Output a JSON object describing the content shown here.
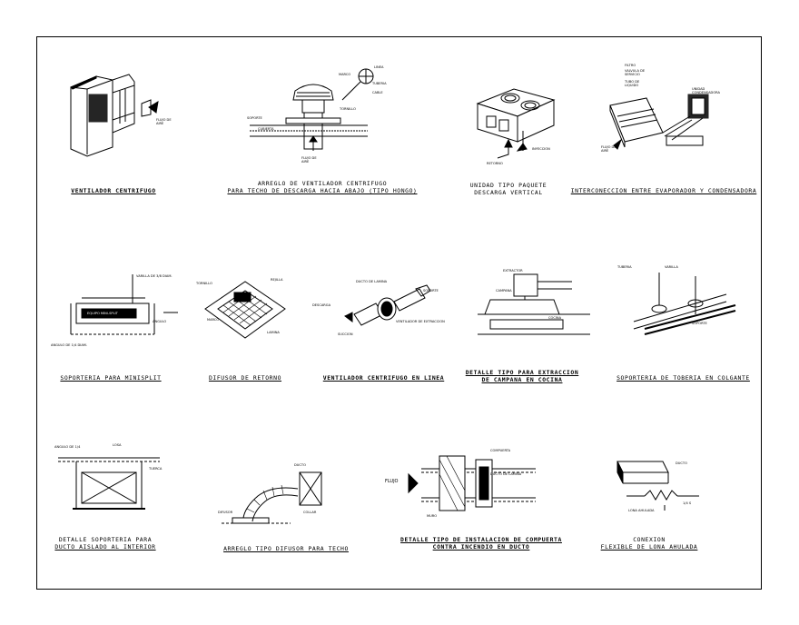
{
  "drawings": [
    {
      "id": "d1",
      "caption": [
        "VENTILADOR CENTRIFUGO"
      ],
      "labels": [
        "FLUJO DE",
        "AIRE"
      ]
    },
    {
      "id": "d2",
      "caption": [
        "ARREGLO DE VENTILADOR CENTRIFUGO",
        "PARA TECHO DE DESCARGA HACIA ABAJO (TIPO HONGO)"
      ],
      "labels": [
        "LINEA",
        "MARCO",
        "TUBERIA",
        "CABLE",
        "SOPORTE",
        "TORNILLO",
        "CUBIERTA",
        "FLUJO DE",
        "AIRE"
      ]
    },
    {
      "id": "d3",
      "caption": [
        "UNIDAD TIPO PAQUETE",
        "DESCARGA VERTICAL"
      ],
      "labels": [
        "RETORNO",
        "INYECCION"
      ]
    },
    {
      "id": "d4",
      "caption": [
        "INTERCONECCION ENTRE EVAPORADOR Y CONDENSADORA"
      ],
      "labels": [
        "FILTRO",
        "VALVULA DE",
        "SERVICIO",
        "TUBO DE",
        "LIQUIDO",
        "FLUJO DE",
        "AIRE",
        "UNIDAD",
        "CONDENSADORA"
      ]
    },
    {
      "id": "d5",
      "caption": [
        "SOPORTERIA PARA MINISPLIT"
      ],
      "labels": [
        "VARILLA DE 3/8 DIAM.",
        "EQUIPO MINI-SPLIT",
        "ANGULO",
        "ANGULO DE 1/4 DIAM."
      ]
    },
    {
      "id": "d6",
      "caption": [
        "DIFUSOR DE RETORNO"
      ],
      "labels": [
        "TORNILLO",
        "REJILLA",
        "MARCO",
        "LAMINA"
      ]
    },
    {
      "id": "d7",
      "caption": [
        "VENTILADOR CENTRIFUGO EN LINEA"
      ],
      "labels": [
        "DUCTO DE LAMINA",
        "SOPORTE",
        "DESCARGA",
        "SUCCION",
        "VENTILADOR DE EXTRACCION"
      ]
    },
    {
      "id": "d8",
      "caption": [
        "DETALLE TIPO PARA EXTRACCION",
        "DE CAMPANA EN COCINA"
      ],
      "labels": [
        "EXTRACTOR",
        "CAMPANA",
        "COCINA"
      ]
    },
    {
      "id": "d9",
      "caption": [
        "SOPORTERIA DE TOBERIA EN COLGANTE"
      ],
      "labels": [
        "TUBERIA",
        "VARILLA",
        "SOPORTE"
      ]
    },
    {
      "id": "d10",
      "caption": [
        "DETALLE SOPORTERIA PARA",
        "DUCTO AISLADO AL INTERIOR"
      ],
      "labels": [
        "ANGULO DE 1/4",
        "LOSA",
        "TUERCA"
      ]
    },
    {
      "id": "d11",
      "caption": [
        "ARREGLO TIPO DIFUSOR PARA TECHO"
      ],
      "labels": [
        "DUCTO",
        "DIFUSOR",
        "COLLAR"
      ]
    },
    {
      "id": "d12",
      "caption": [
        "DETALLE TIPO DE INSTALACION DE COMPUERTA",
        "CONTRA INCENDIO EN DUCTO"
      ],
      "labels": [
        "FLUJO",
        "COMPUERTA",
        "DUCTO DE LAMINA",
        "MURO"
      ]
    },
    {
      "id": "d13",
      "caption": [
        "CONEXION",
        "FLEXIBLE DE LONA AHULADA"
      ],
      "labels": [
        "DUCTO",
        "LONA AHULADA",
        "1/4 S"
      ]
    }
  ]
}
